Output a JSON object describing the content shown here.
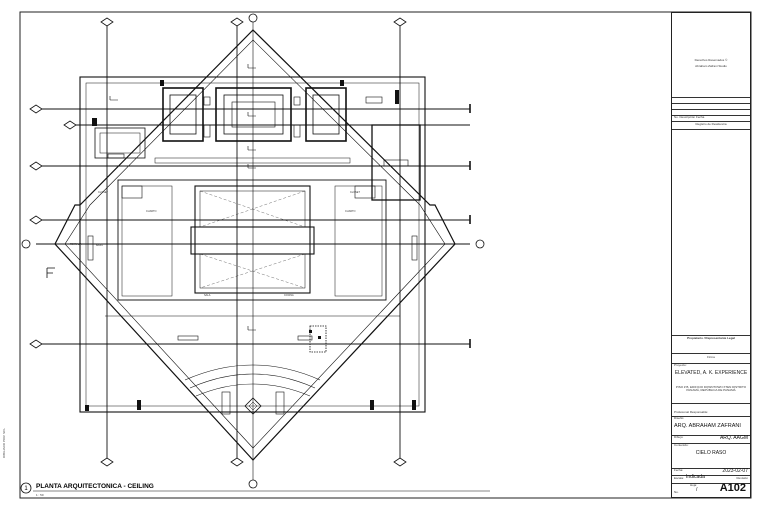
{
  "drawing": {
    "title": "PLANTA ARQUITECTONICA - CEILING",
    "number": "1",
    "scale": "1 : 50",
    "side_note": "DIBUJADO POR: SCL"
  },
  "title_block": {
    "rights": "Derechos Reservados ©",
    "studio": "Abraham Zafrani Studio",
    "rev_header": "No.   Descripción   Fecha",
    "stamp_caption": "Registro de Residencia",
    "owner_label": "Propietario / Representante Legal",
    "signature_label": "Firma",
    "project_label": "Proyecto:",
    "project_name": "ELEVATED, A. K. EXPERIENCE",
    "project_address": "PISO # B, EDIFICIO DOWNTOWN XTEN DISTRITO PANAMÁ, REPÚBLICA DE PANAMÁ",
    "responsible_label": "Profesional Responsable:",
    "design_label": "Diseño:",
    "designer": "ARQ. ABRAHAM ZAFRANI",
    "drawn_label": "Dibujo:",
    "drawn_by": "ARQ. AAGM",
    "content_label": "Contenido:",
    "content": "CIELO RASO",
    "date_label": "Fecha:",
    "date": "2023-02-07",
    "scale_label": "Escala:",
    "scale": "Indicada",
    "revision_label": "Revisión",
    "sheet_label": "Hoja:",
    "sheet_of": "/",
    "no_label": "No.",
    "sheet": "A102"
  },
  "room_labels": [
    "CLOSET",
    "CUARTO",
    "TERRAZA",
    "BAÑO",
    "CLOSET",
    "CUARTO",
    "SALA",
    "COCINA"
  ]
}
